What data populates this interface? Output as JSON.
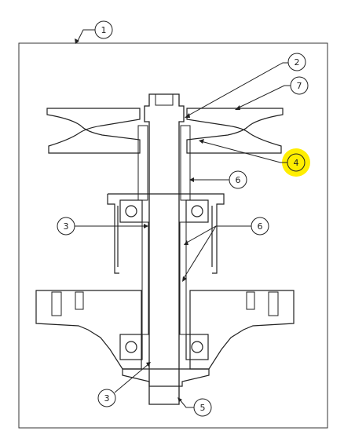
{
  "diagram": {
    "title": "",
    "callouts": [
      {
        "label": "1"
      },
      {
        "label": "2"
      },
      {
        "label": "7"
      },
      {
        "label": "4",
        "highlight": "#ffee00"
      },
      {
        "label": "6"
      },
      {
        "label": "3"
      },
      {
        "label": "6"
      },
      {
        "label": "3"
      },
      {
        "label": "5"
      }
    ],
    "colors": {
      "line": "#222222",
      "highlight": "#ffee00",
      "background": "#ffffff"
    }
  }
}
